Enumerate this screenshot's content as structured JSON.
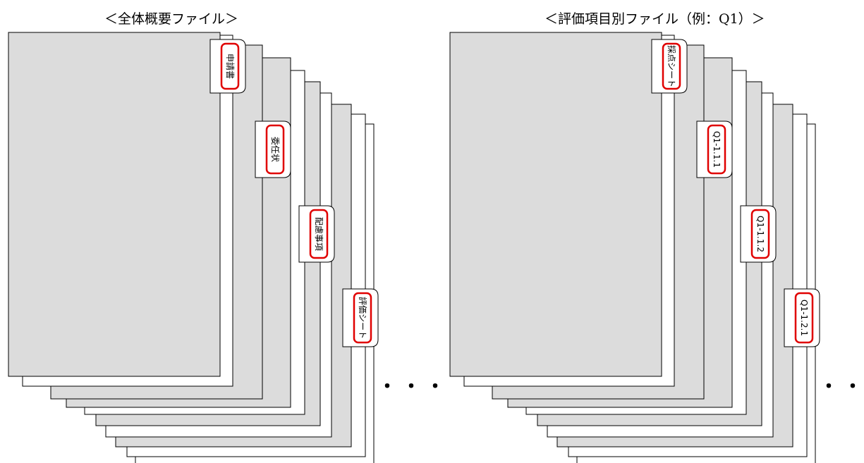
{
  "titles": {
    "left": "＜全体概要ファイル＞",
    "right": "＜評価項目別ファイル（例：Q1）＞"
  },
  "left_tabs": [
    "申請書",
    "委任状",
    "配慮事項",
    "評価シート"
  ],
  "right_tabs": [
    "採点シート",
    "Q1-1.1.1",
    "Q1-1.1.2",
    "Q1-1.2.1"
  ],
  "ellipsis": "・・・",
  "colors": {
    "page_fill": "#dcdcdc",
    "white_page": "#ffffff",
    "stroke": "#000000",
    "tab_highlight": "#e00000"
  }
}
